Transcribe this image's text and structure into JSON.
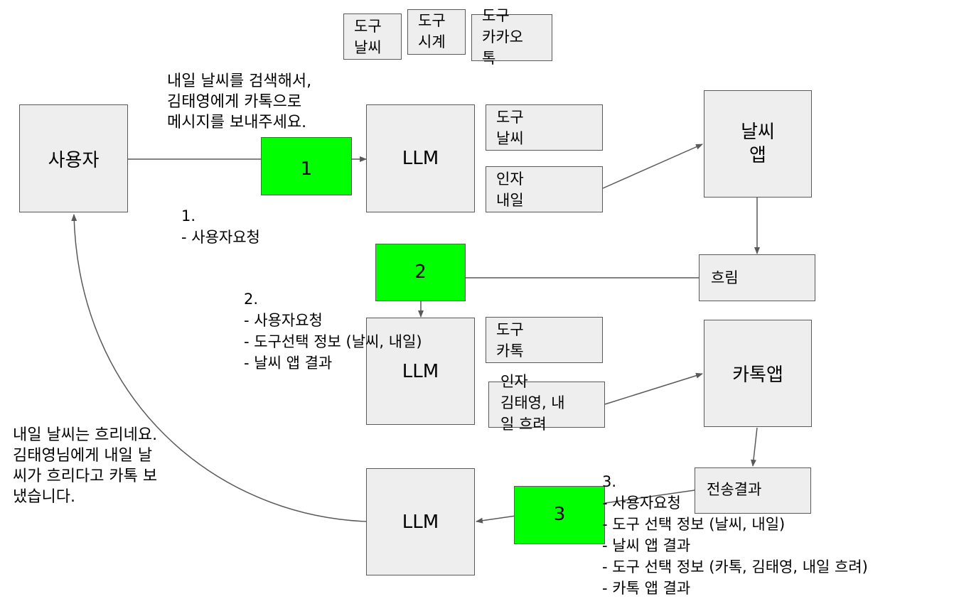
{
  "top_tools": [
    "도구\n날씨",
    "도구\n시계",
    "도구\n카카오\n톡"
  ],
  "user_box": "사용자",
  "user_request": "내일 날씨를 검색해서,\n김태영에게 카톡으로\n메시지를 보내주세요.",
  "steps": {
    "s1": "1",
    "s2": "2",
    "s3": "3"
  },
  "llm1": {
    "label": "LLM",
    "tool": "도구\n날씨",
    "args": "인자\n내일"
  },
  "weather_app": "날씨\n앱",
  "weather_result": "흐림",
  "note1": "1.\n- 사용자요청",
  "note2": "2.\n- 사용자요청\n- 도구선택 정보 (날씨, 내일)\n- 날씨 앱 결과",
  "llm2": {
    "label": "LLM",
    "tool": "도구\n카톡",
    "args": "인자\n김태영, 내\n일 흐려"
  },
  "kakao_app": "카톡앱",
  "send_result": "전송결과",
  "llm3": {
    "label": "LLM"
  },
  "note3": "3.\n- 사용자요청\n- 도구 선택 정보 (날씨, 내일)\n- 날씨 앱 결과\n- 도구 선택 정보 (카톡, 김태영, 내일 흐려)\n- 카톡 앱 결과",
  "final_answer": "내일 날씨는 흐리네요.\n김태영님에게 내일 날\n씨가 흐리다고 카톡 보\n냈습니다.",
  "colors": {
    "box_fill": "#eeeeee",
    "box_border": "#595959",
    "step_fill": "#00ff00"
  }
}
